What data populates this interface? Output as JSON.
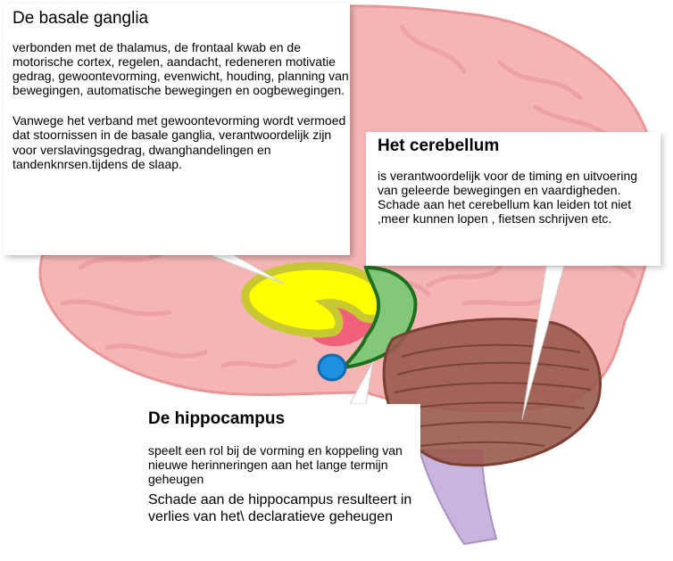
{
  "colors": {
    "cortex": "#f5b5b5",
    "cortex_outline": "#f2a3a3",
    "basal_ganglia": "#ffff00",
    "basal_ganglia_outline": "#c8c832",
    "thalamus": "#f0607a",
    "hippocampus": "#82c878",
    "hippocampus_outline": "#1e6e1e",
    "amygdala": "#1f8fdf",
    "cerebellum": "#9a5a4e",
    "brainstem": "#c8b4dc"
  },
  "callouts": {
    "basal_ganglia": {
      "title": "De basale ganglia",
      "paragraph1": "verbonden met de thalamus, de frontaal kwab en de motorische cortex, regelen, aandacht, redeneren motivatie gedrag, gewoontevorming, evenwicht, houding, planning  van bewegingen, automatische bewegingen  en oogbewegingen.",
      "paragraph2": "Vanwege het verband met gewoontevorming wordt   vermoed dat stoornissen in de basale ganglia, verantwoordelijk zijn voor verslavingsgedrag, dwanghandelingen en tandenknrsen.tijdens de slaap."
    },
    "cerebellum": {
      "title": "Het cerebellum",
      "paragraph1": "is verantwoordelijk voor de timing en uitvoering van geleerde bewegingen  en vaardigheden.",
      "paragraph2": "Schade aan het cerebellum kan leiden tot niet ,meer kunnen lopen , fietsen schrijven etc."
    },
    "hippocampus": {
      "title": "De hippocampus",
      "paragraph1": "speelt een rol bij de vorming en koppeling van nieuwe herinneringen aan het lange termijn geheugen",
      "paragraph2": "Schade aan de hippocampus resulteert in verlies van het\\ declaratieve geheugen"
    }
  }
}
